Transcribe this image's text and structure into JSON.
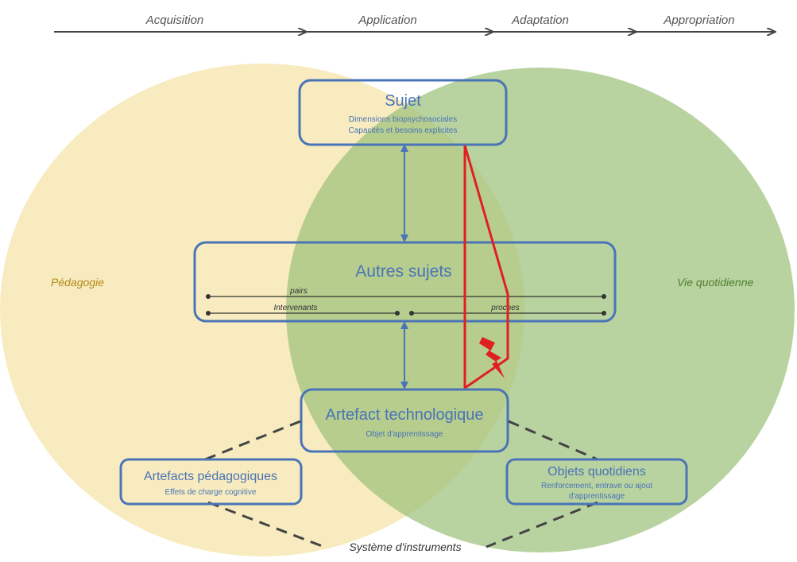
{
  "phases": [
    "Acquisition",
    "Application",
    "Adaptation",
    "Appropriation"
  ],
  "domains": {
    "left": "Pédagogie",
    "right": "Vie quotidienne"
  },
  "nodes": {
    "sujet": {
      "title": "Sujet",
      "lines": [
        "Dimensions biopsychosociales",
        "Capacités et besoins explicites"
      ]
    },
    "autres": {
      "title": "Autres sujets",
      "pairs": "pairs",
      "intervenants": "Intervenants",
      "proches": "proches"
    },
    "artefact": {
      "title": "Artefact technologique",
      "line": "Objet d'apprentissage"
    },
    "pedagogiques": {
      "title": "Artefacts pédagogiques",
      "line": "Effets de charge cognitive"
    },
    "quotidiens": {
      "title": "Objets quotidiens",
      "lines": [
        "Renforcement, entrave ou ajout",
        "d'apprentissage"
      ]
    }
  },
  "system_label": "Système d'instruments",
  "colors": {
    "left_circle": "#f6e7b4",
    "right_circle": "#9cc17c",
    "box_border": "#4a74b7",
    "box_text": "#4a74b7",
    "tension": "#e02020",
    "left_label": "#b58a17",
    "right_label": "#4f7f2e"
  }
}
